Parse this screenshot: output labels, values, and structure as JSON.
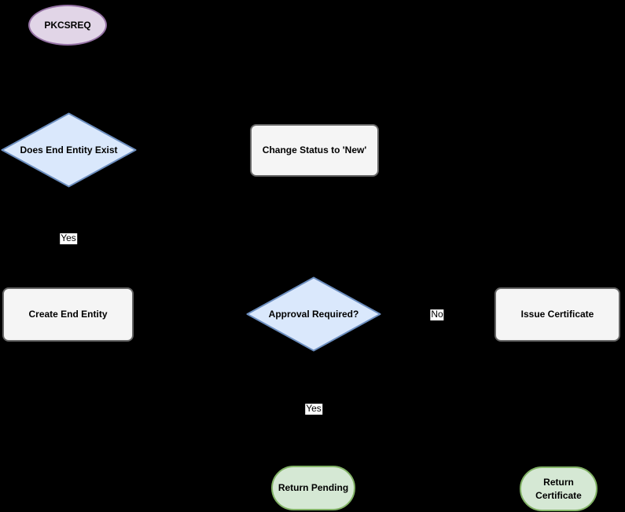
{
  "colors": {
    "background": "#000000",
    "start_fill": "#E1D5E7",
    "start_stroke": "#9673A6",
    "decision_fill": "#DAE8FC",
    "decision_stroke": "#6C8EBF",
    "process_fill": "#F5F5F5",
    "process_stroke": "#666666",
    "terminal_fill": "#D5E8D4",
    "terminal_stroke": "#82B366",
    "node_text": "#000000",
    "edge_label_bg": "#FFFFFF"
  },
  "nodes": {
    "start": {
      "label": "PKCSREQ",
      "shape": "ellipse"
    },
    "decision_entity": {
      "label": "Does End Entity Exist",
      "shape": "diamond"
    },
    "change_status": {
      "label": "Change Status to 'New'",
      "shape": "rounded-rectangle"
    },
    "create_entity": {
      "label": "Create End Entity",
      "shape": "rounded-rectangle"
    },
    "decision_approval": {
      "label": "Approval Required?",
      "shape": "diamond"
    },
    "issue_cert": {
      "label": "Issue Certificate",
      "shape": "rounded-rectangle"
    },
    "return_pending": {
      "label": "Return Pending",
      "shape": "stadium"
    },
    "return_cert": {
      "label": "Return Certificate",
      "shape": "stadium"
    }
  },
  "edge_labels": {
    "yes_entity": "Yes",
    "no_approval": "No",
    "yes_approval": "Yes"
  }
}
